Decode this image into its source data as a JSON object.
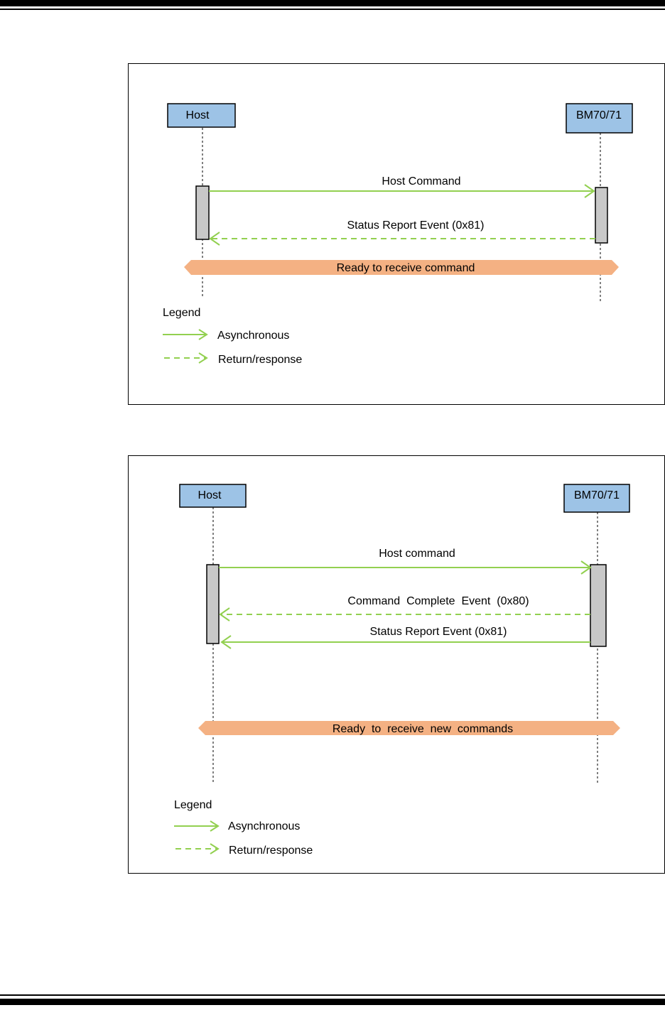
{
  "colors": {
    "participant_fill": "#9dc3e6",
    "activation_fill": "#c8c8c8",
    "message_line": "#92d050",
    "state_band": "#f4b183"
  },
  "diagram1": {
    "host_label": "Host",
    "device_label": "BM70/71",
    "msg_command": "Host Command",
    "msg_status": "Status Report Event (0x81)",
    "band_label": "Ready to receive command",
    "legend_title": "Legend",
    "legend_async": "Asynchronous",
    "legend_return": "Return/response"
  },
  "diagram2": {
    "host_label": "Host",
    "device_label": "BM70/71",
    "msg_command": "Host command",
    "msg_complete": "Command  Complete  Event  (0x80)",
    "msg_status": "Status Report Event (0x81)",
    "band_label": "Ready  to  receive  new  commands",
    "legend_title": "Legend",
    "legend_async": "Asynchronous",
    "legend_return": "Return/response"
  }
}
